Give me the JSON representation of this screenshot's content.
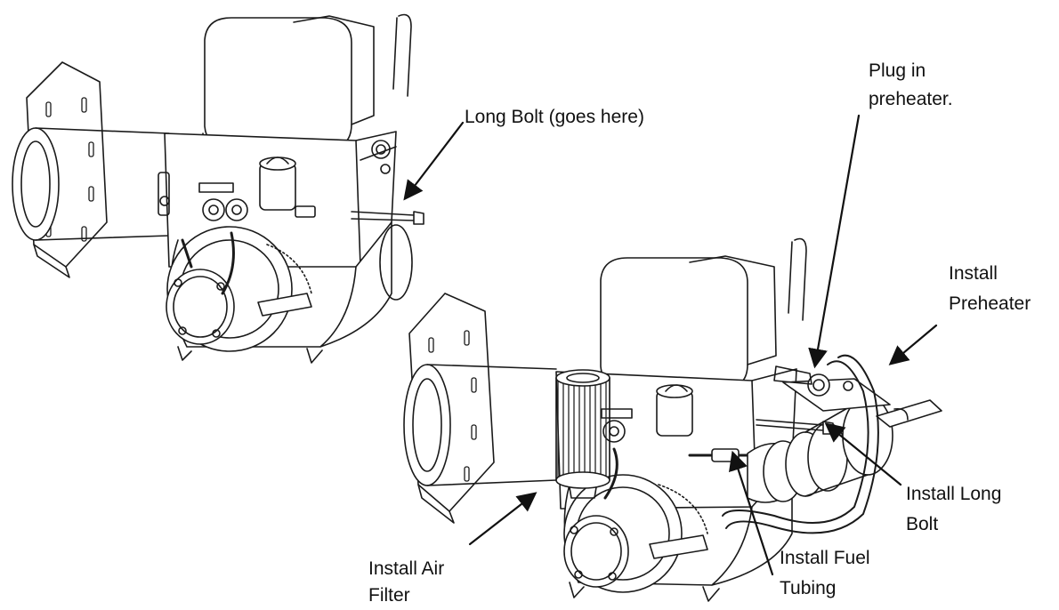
{
  "labels": {
    "long_bolt_goes_here": "Long Bolt (goes here)",
    "plug_in_preheater_line1": "Plug in",
    "plug_in_preheater_line2": "preheater.",
    "install_preheater_line1": "Install",
    "install_preheater_line2": "Preheater",
    "install_long_bolt_line1": "Install Long",
    "install_long_bolt_line2": "Bolt",
    "install_fuel_tubing_line1": "Install Fuel",
    "install_fuel_tubing_line2": "Tubing",
    "install_air_filter_line1": "Install Air",
    "install_air_filter_line2": "Filter"
  },
  "colors": {
    "line": "#1a1a1a",
    "background": "#ffffff"
  }
}
